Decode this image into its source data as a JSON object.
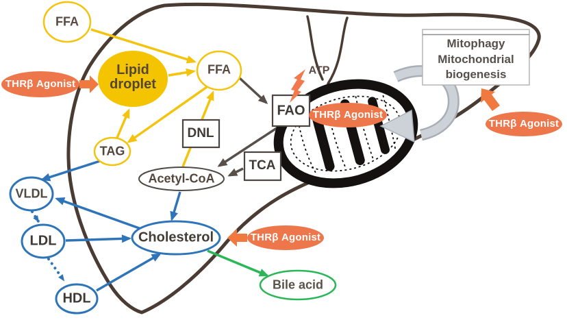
{
  "diagram": {
    "type": "liver-metabolism-pathway",
    "agonist_label": "THRβ Agonist",
    "nodes": {
      "ffa_upper": "FFA",
      "lipid_droplet": "Lipid droplet",
      "ffa": "FFA",
      "dnl": "DNL",
      "tag": "TAG",
      "acetyl_coa": "Acetyl-CoA",
      "tca": "TCA",
      "fao": "FAO",
      "atp": "ATP",
      "mitophagy": [
        "Mitophagy",
        "Mitochondrial",
        "biogenesis"
      ],
      "vldl": "VLDL",
      "ldl": "LDL",
      "hdl": "HDL",
      "cholesterol": "Cholesterol",
      "bile_acid": "Bile acid"
    },
    "edges": [
      {
        "from": "FFA (upper)",
        "to": "FFA",
        "color": "yellow"
      },
      {
        "from": "Lipid droplet",
        "to": "FFA",
        "color": "yellow"
      },
      {
        "from": "FFA",
        "to": "TAG",
        "color": "yellow"
      },
      {
        "from": "TAG",
        "to": "Lipid droplet",
        "color": "yellow"
      },
      {
        "from": "Acetyl-CoA",
        "to": "FFA",
        "via": "DNL",
        "color": "yellow"
      },
      {
        "from": "FFA",
        "to": "FAO",
        "color": "dark"
      },
      {
        "from": "FAO",
        "to": "Acetyl-CoA",
        "color": "dark"
      },
      {
        "from": "TCA",
        "to": "Acetyl-CoA",
        "color": "dark"
      },
      {
        "from": "FAO",
        "to": "ATP",
        "color": "orange-bolt"
      },
      {
        "from": "TAG",
        "to": "VLDL",
        "color": "blue"
      },
      {
        "from": "Cholesterol",
        "to": "VLDL",
        "color": "blue"
      },
      {
        "from": "VLDL",
        "to": "LDL",
        "color": "blue-dotted"
      },
      {
        "from": "LDL",
        "to": "HDL",
        "color": "blue-dotted"
      },
      {
        "from": "LDL",
        "to": "Cholesterol",
        "color": "blue"
      },
      {
        "from": "HDL",
        "to": "Cholesterol",
        "color": "blue"
      },
      {
        "from": "Acetyl-CoA",
        "to": "Cholesterol",
        "color": "blue"
      },
      {
        "from": "Cholesterol",
        "to": "Bile acid",
        "color": "green"
      },
      {
        "from": "THRβ Agonist",
        "to": "Lipid droplet",
        "color": "orange"
      },
      {
        "from": "THRβ Agonist",
        "to": "Cholesterol",
        "color": "orange"
      },
      {
        "from": "THRβ Agonist",
        "to": "Mitophagy / Mitochondrial biogenesis",
        "color": "orange"
      },
      {
        "from": "THRβ Agonist",
        "to": "mitochondrion",
        "color": "orange"
      }
    ],
    "colors": {
      "yellow": "#F4C30E",
      "yellow_fill": "#F4C400",
      "orange": "#ED764A",
      "orange_arrow": "#F0793F",
      "blue": "#2E74B9",
      "green": "#2BB658",
      "dark_arrow": "#57504A",
      "liver_outline": "#4A3B33",
      "gray_arrow": "#CDD2D8",
      "text_dark": "#54463C"
    }
  }
}
